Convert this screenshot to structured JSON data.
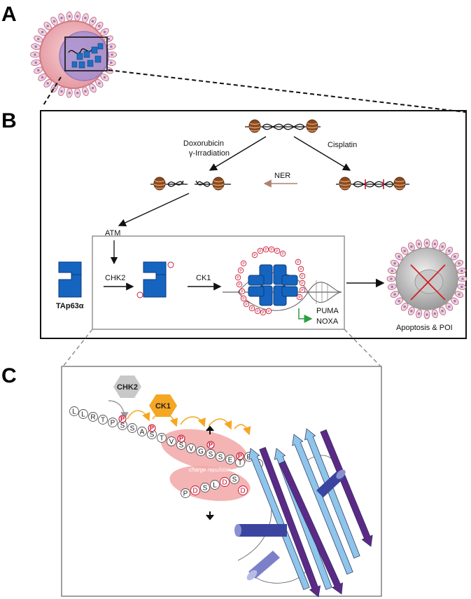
{
  "panels": {
    "a": "A",
    "b": "B",
    "c": "C"
  },
  "panel_b": {
    "damage_left": "Doxorubicin",
    "damage_left_2": "γ-Irradiation",
    "damage_right": "Cisplatin",
    "repair": "NER",
    "kinase_atm": "ATM",
    "kinase_chk2": "CHK2",
    "kinase_ck1": "CK1",
    "protein": "TAp63α",
    "target_1": "PUMA",
    "target_2": "NOXA",
    "outcome": "Apoptosis & POI",
    "phospho": "P"
  },
  "panel_c": {
    "hex_chk2": "CHK2",
    "hex_ck1": "CK1",
    "charge_repulsion": "charge repulsion",
    "phospho": "P",
    "upper_residues": [
      "L",
      "L",
      "R",
      "T",
      "P",
      "S",
      "S",
      "A",
      "S",
      "T",
      "V",
      "S",
      "V",
      "G",
      "S",
      "S",
      "E",
      "T",
      "R",
      "G"
    ],
    "lower_residues": [
      "P",
      "D",
      "S",
      "L",
      "D",
      "S",
      "D"
    ]
  },
  "colors": {
    "protein_blue": "#1565c0",
    "kinase_chk2": "#c8c8c8",
    "kinase_ck1": "#f5a623",
    "phospho_red": "#c8102e",
    "strand_purple": "#5b2a86",
    "strand_light": "#8ec5ea",
    "helix": "#3b45a0",
    "repulsion_pink": "#f2a7a7",
    "activation_green": "#2e9e3e",
    "ner_arrow": "#b08070"
  }
}
